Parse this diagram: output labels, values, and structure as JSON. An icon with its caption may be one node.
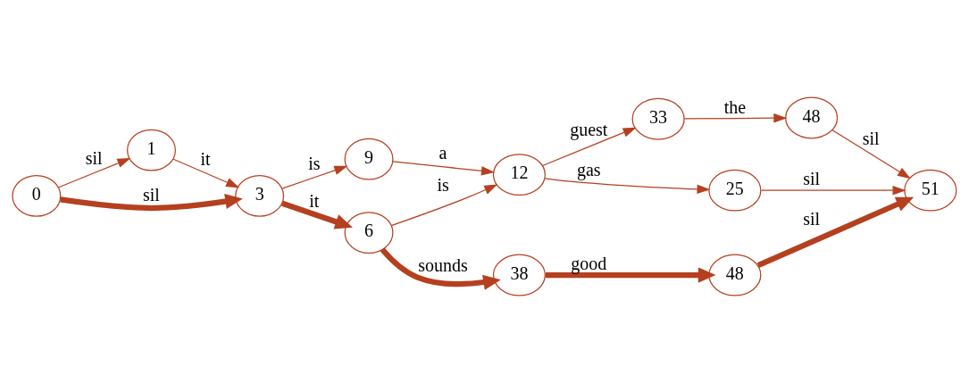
{
  "diagram": {
    "nodes": [
      {
        "text": [
          "0"
        ]
      },
      {
        "text": [
          "1"
        ]
      },
      {
        "text": [
          "3"
        ]
      },
      {
        "text": [
          "9"
        ]
      },
      {
        "text": [
          "6"
        ]
      },
      {
        "text": [
          "12"
        ]
      },
      {
        "text": [
          "33"
        ]
      },
      {
        "text": [
          "25"
        ]
      },
      {
        "text": [
          "38"
        ]
      },
      {
        "text": [
          "48"
        ]
      },
      {
        "text": [
          "48"
        ]
      },
      {
        "text": [
          "51"
        ]
      }
    ],
    "edges": [
      {
        "from": 0,
        "to": 2,
        "arrow": "to",
        "label": "sil",
        "style": "thick"
      },
      {
        "from": 0,
        "to": 1,
        "arrow": "to",
        "label": "sil"
      },
      {
        "from": 1,
        "to": 2,
        "arrow": "to",
        "label": "it"
      },
      {
        "from": 2,
        "to": 3,
        "arrow": "to",
        "label": "is"
      },
      {
        "from": 2,
        "to": 4,
        "arrow": "to",
        "label": "it",
        "style": "thick"
      },
      {
        "from": 3,
        "to": 5,
        "arrow": "to",
        "label": "a"
      },
      {
        "from": 4,
        "to": 5,
        "arrow": "to",
        "label": "is"
      },
      {
        "from": 5,
        "to": 6,
        "arrow": "to",
        "label": "guest"
      },
      {
        "from": 5,
        "to": 7,
        "arrow": "to",
        "label": "gas"
      },
      {
        "from": 6,
        "to": 9,
        "arrow": "to",
        "label": "the"
      },
      {
        "from": 4,
        "to": 8,
        "arrow": "to",
        "label": "sounds",
        "style": "thick"
      },
      {
        "from": 8,
        "to": 10,
        "arrow": "to",
        "label": "good",
        "style": "thick"
      },
      {
        "from": 9,
        "to": 11,
        "arrow": "to",
        "label": "sil"
      },
      {
        "from": 7,
        "to": 11,
        "arrow": "to",
        "label": "sil"
      },
      {
        "from": 10,
        "to": 11,
        "arrow": "to",
        "label": "sil",
        "style": "thick"
      }
    ]
  }
}
